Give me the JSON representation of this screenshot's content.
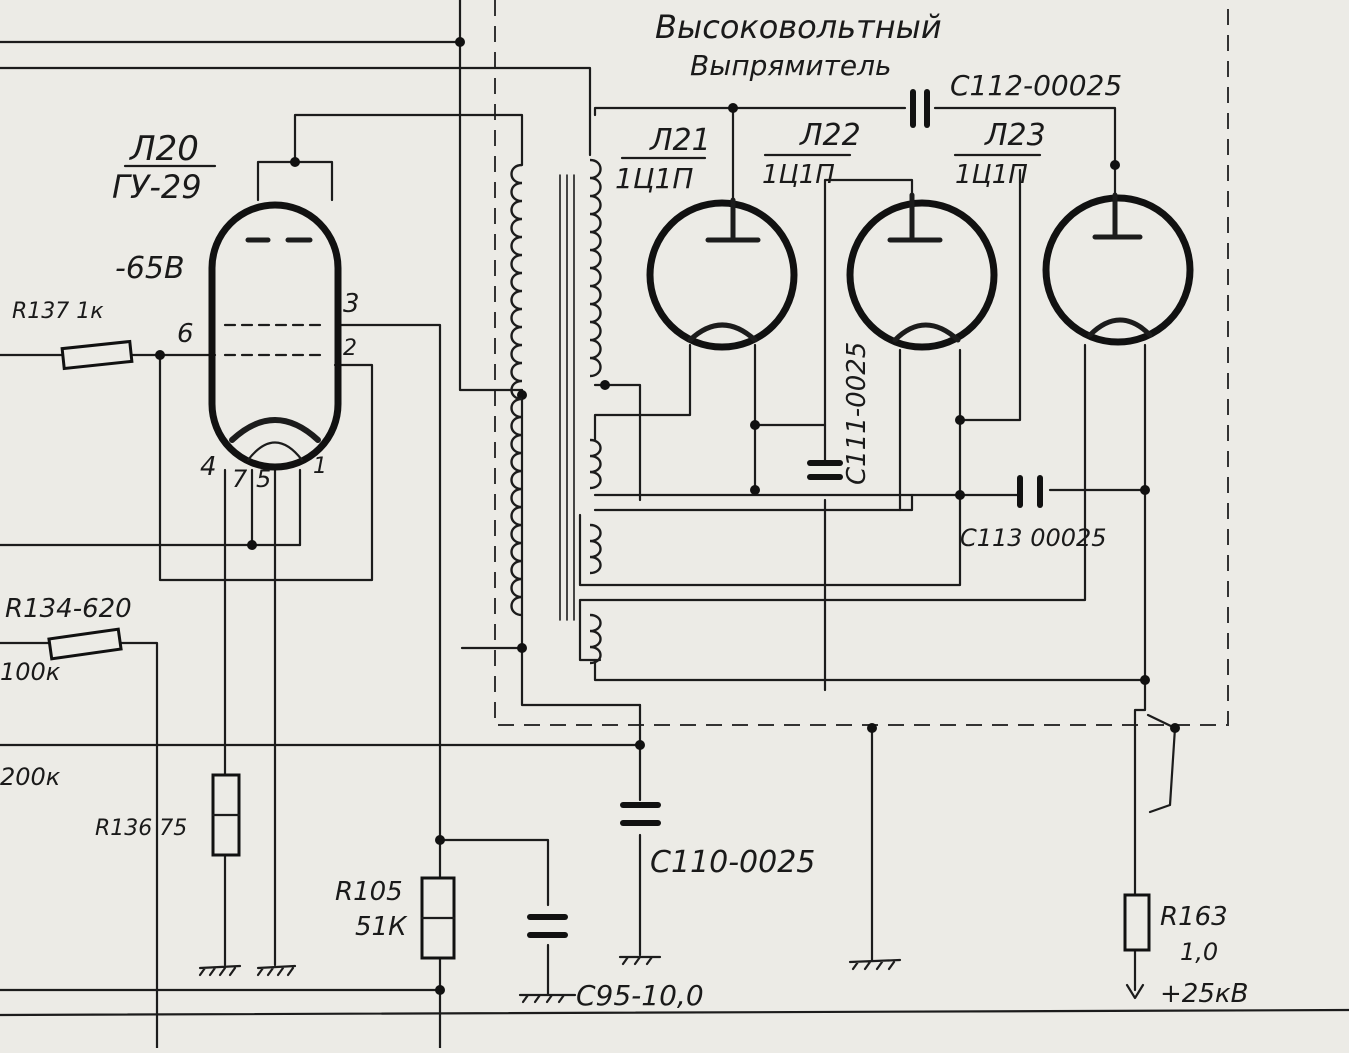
{
  "title": {
    "line1": "Высоковольтный",
    "line2": "Выпрямитель"
  },
  "tubes": {
    "l20": {
      "ref": "Л20",
      "type": "ГУ-29",
      "bias": "-65В",
      "pins": {
        "p1": "1",
        "p2": "2",
        "p3": "3",
        "p4": "4",
        "p5": "5",
        "p6": "6",
        "p7": "7"
      }
    },
    "l21": {
      "ref": "Л21",
      "type": "1Ц1П"
    },
    "l22": {
      "ref": "Л22",
      "type": "1Ц1П"
    },
    "l23": {
      "ref": "Л23",
      "type": "1Ц1П"
    }
  },
  "components": {
    "c112": "C112-00025",
    "c111": "C111-0025",
    "c113": "C113 00025",
    "c110": "C110-0025",
    "c95": "C95-10,0",
    "r137": "R137 1к",
    "r134": "R134-620",
    "r136": "R136 75",
    "r105a": "R105",
    "r105b": "51К",
    "r163a": "R163",
    "r163b": "1,0",
    "r_100k": "100к",
    "r_200k": "200к"
  },
  "output": {
    "voltage": "+25кВ"
  }
}
